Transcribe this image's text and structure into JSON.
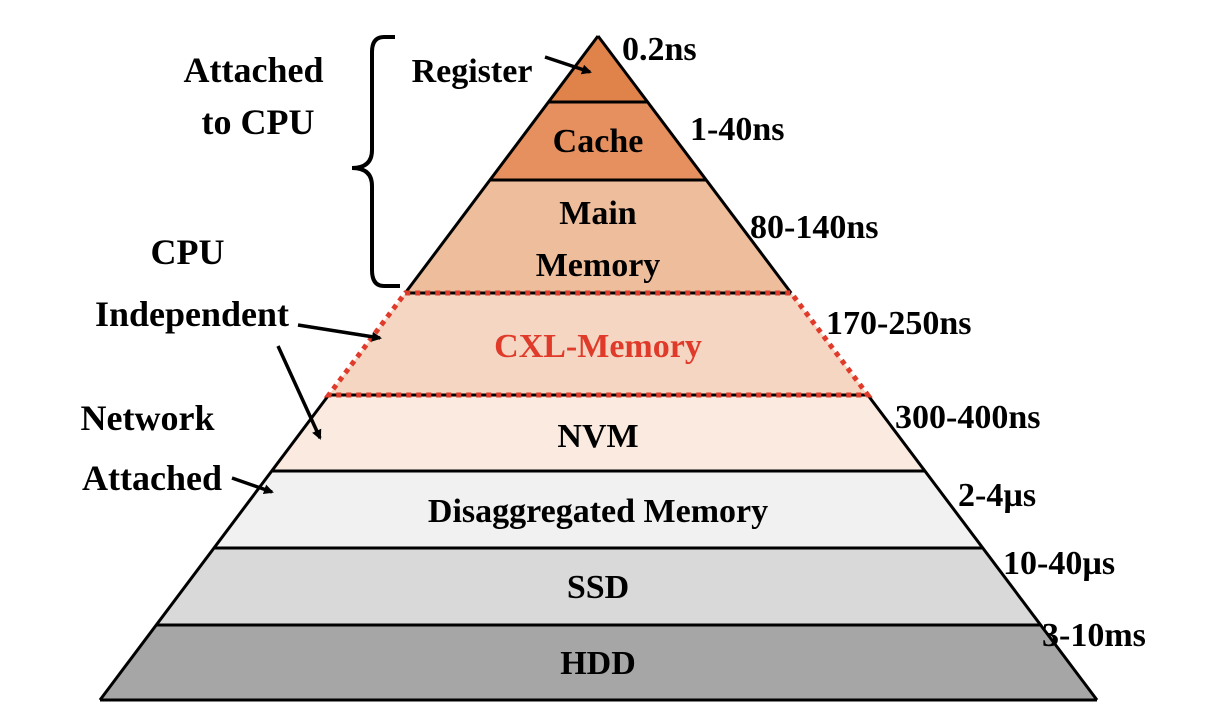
{
  "diagram": {
    "title": "Memory hierarchy latency pyramid",
    "layers": [
      {
        "name": "register",
        "label": [
          "Register"
        ],
        "latency": "0.2ns",
        "fill": "#e0834a",
        "text_color": "#000000"
      },
      {
        "name": "cache",
        "label": [
          "Cache"
        ],
        "latency": "1-40ns",
        "fill": "#e69060",
        "text_color": "#000000"
      },
      {
        "name": "main-memory",
        "label": [
          "Main",
          "Memory"
        ],
        "latency": "80-140ns",
        "fill": "#eebd9b",
        "text_color": "#000000"
      },
      {
        "name": "cxl-memory",
        "label": [
          "CXL-Memory"
        ],
        "latency": "170-250ns",
        "fill": "#f4d6c2",
        "text_color": "#e03a2a",
        "dashed_border_color": "#e03a2a"
      },
      {
        "name": "nvm",
        "label": [
          "NVM"
        ],
        "latency": "300-400ns",
        "fill": "#faeae0",
        "text_color": "#000000"
      },
      {
        "name": "disaggregated-memory",
        "label": [
          "Disaggregated Memory"
        ],
        "latency": "2-4µs",
        "fill": "#f1f1f1",
        "text_color": "#000000"
      },
      {
        "name": "ssd",
        "label": [
          "SSD"
        ],
        "latency": "10-40µs",
        "fill": "#d9d9d9",
        "text_color": "#000000"
      },
      {
        "name": "hdd",
        "label": [
          "HDD"
        ],
        "latency": "3-10ms",
        "fill": "#a6a6a6",
        "text_color": "#000000"
      }
    ],
    "groups": [
      {
        "name": "attached-to-cpu",
        "label": [
          "Attached",
          "to CPU"
        ]
      },
      {
        "name": "cpu-independent",
        "label": [
          "CPU",
          "Independent"
        ]
      },
      {
        "name": "network-attached",
        "label": [
          "Network",
          "Attached"
        ]
      }
    ]
  }
}
